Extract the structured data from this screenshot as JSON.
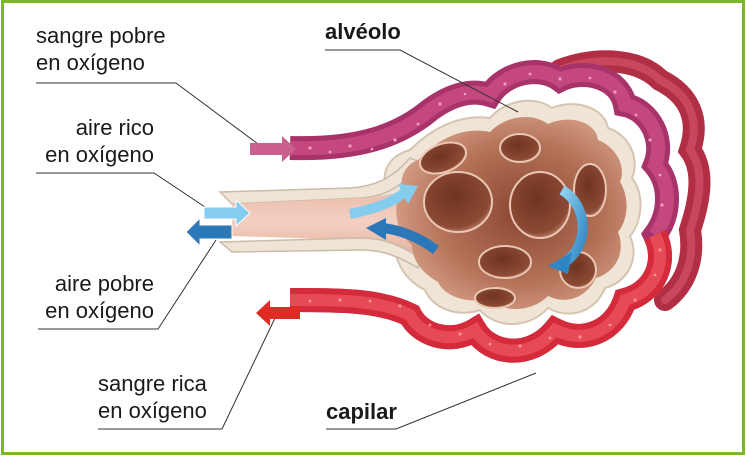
{
  "diagram": {
    "title": "Intercambio gaseoso en el alvéolo",
    "colors": {
      "border": "#7ab829",
      "venous_blood": "#b8487e",
      "arterial_blood": "#d42a2a",
      "oxygen_rich_air": "#7cc8ec",
      "oxygen_poor_air": "#2c77b7",
      "alveolar_tissue": "#b06a50"
    },
    "labels": {
      "sangre_pobre": [
        "sangre pobre",
        "en oxígeno"
      ],
      "aire_rico": [
        "aire rico",
        "en oxígeno"
      ],
      "aire_pobre": [
        "aire pobre",
        "en oxígeno"
      ],
      "sangre_rica": [
        "sangre rica",
        "en oxígeno"
      ],
      "alveolo": "alvéolo",
      "capilar": "capilar"
    },
    "arrows": [
      {
        "name": "venous-blood-in",
        "direction": "right",
        "meaning": "sangre pobre en oxígeno"
      },
      {
        "name": "air-in",
        "direction": "right",
        "meaning": "aire rico en oxígeno"
      },
      {
        "name": "air-out",
        "direction": "left",
        "meaning": "aire pobre en oxígeno"
      },
      {
        "name": "arterial-blood-out",
        "direction": "left",
        "meaning": "sangre rica en oxígeno"
      }
    ]
  }
}
